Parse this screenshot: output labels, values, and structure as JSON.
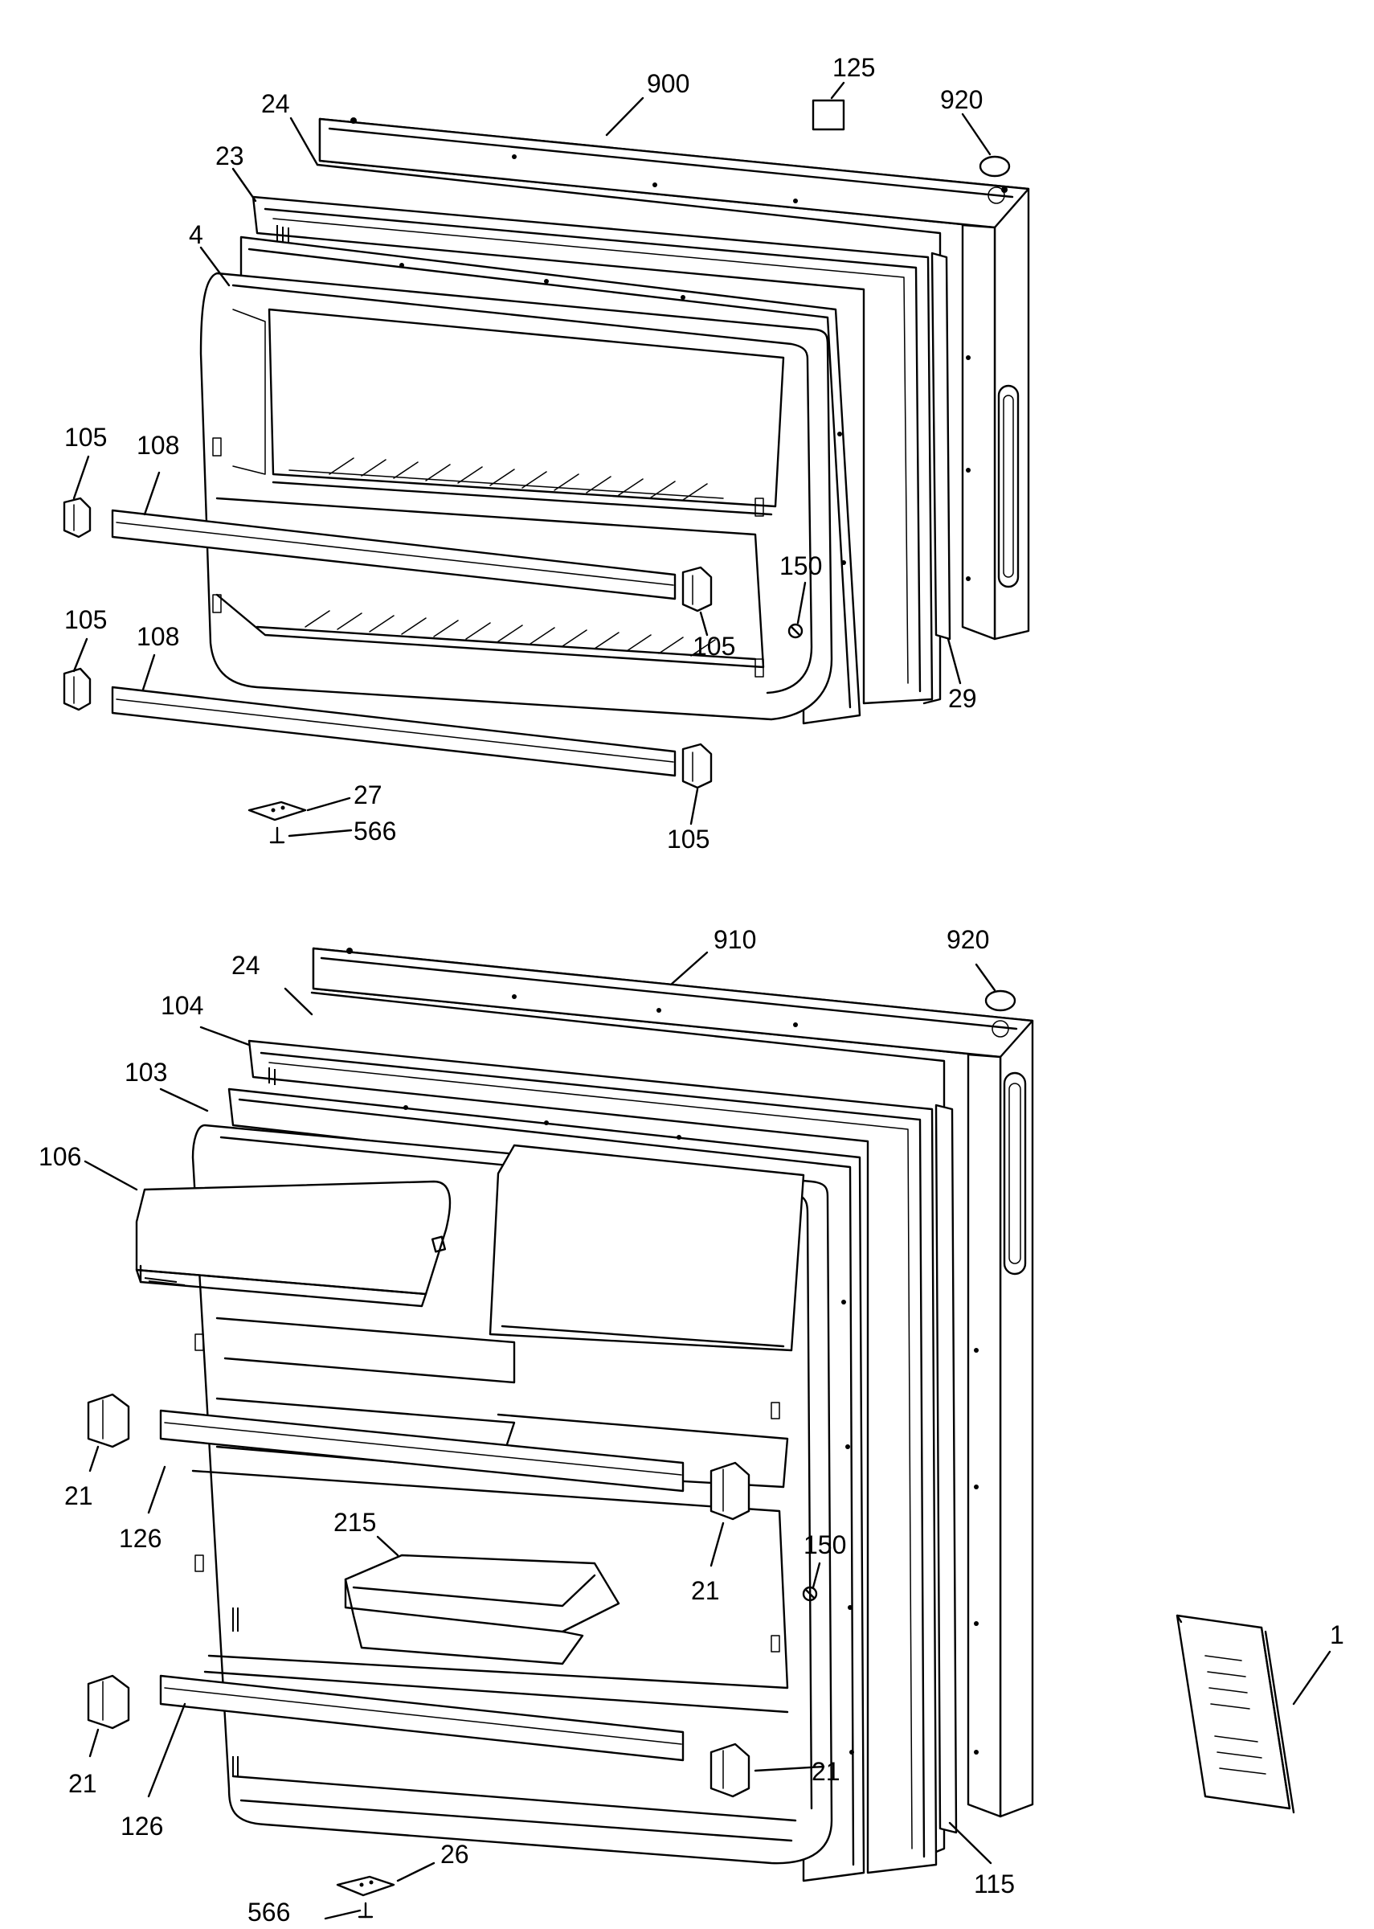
{
  "diagram": {
    "freezer_door": {
      "labels": {
        "p900": "900",
        "p125": "125",
        "p920": "920",
        "p24": "24",
        "p23": "23",
        "p4": "4",
        "p105a": "105",
        "p108a": "108",
        "p150": "150",
        "p105b": "105",
        "p105c": "105",
        "p108b": "108",
        "p29": "29",
        "p27": "27",
        "p566": "566",
        "p105d": "105"
      }
    },
    "fresh_food_door": {
      "labels": {
        "p910": "910",
        "p920": "920",
        "p24": "24",
        "p104": "104",
        "p103": "103",
        "p106": "106",
        "p21a": "21",
        "p126a": "126",
        "p215": "215",
        "p150": "150",
        "p21b": "21",
        "p21c": "21",
        "p126b": "126",
        "p21d": "21",
        "p115": "115",
        "p26": "26",
        "p566": "566",
        "p1": "1"
      }
    }
  }
}
